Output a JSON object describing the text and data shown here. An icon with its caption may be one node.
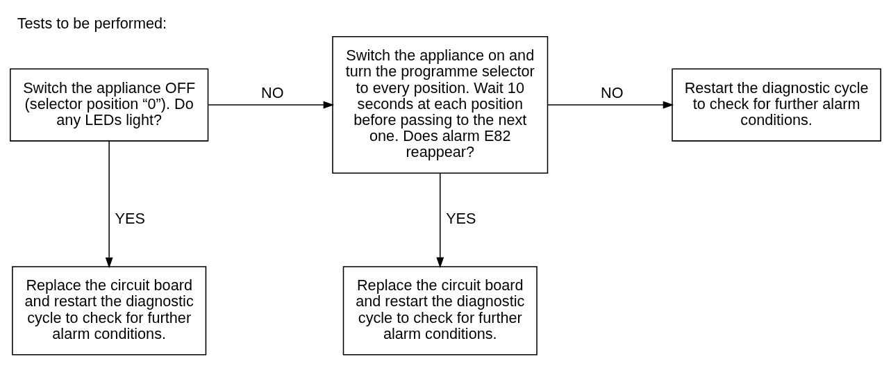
{
  "diagram": {
    "title": "Tests to be performed:",
    "nodes": [
      {
        "text": [
          "Switch the appliance OFF (selector position “0”). Do any LEDs light?"
        ]
      },
      {
        "text": [
          "Switch the appliance on and turn the programme selector to every position. Wait 10 seconds at each position before passing to the next one. Does alarm E82 reappear?"
        ]
      },
      {
        "text": [
          "Restart the diagnostic cycle to check for further alarm conditions."
        ]
      },
      {
        "text": [
          "Replace the circuit board and restart the diagnostic cycle to check for further alarm conditions."
        ]
      },
      {
        "text": [
          "Replace the circuit board and restart the diagnostic cycle to check for further alarm conditions."
        ]
      }
    ],
    "edges": [
      {
        "from": 0,
        "to": 1,
        "arrow": "to",
        "label": "NO"
      },
      {
        "from": 1,
        "to": 2,
        "arrow": "to",
        "label": "NO"
      },
      {
        "from": 0,
        "to": 3,
        "arrow": "to",
        "label": "YES"
      },
      {
        "from": 1,
        "to": 4,
        "arrow": "to",
        "label": "YES"
      }
    ]
  }
}
